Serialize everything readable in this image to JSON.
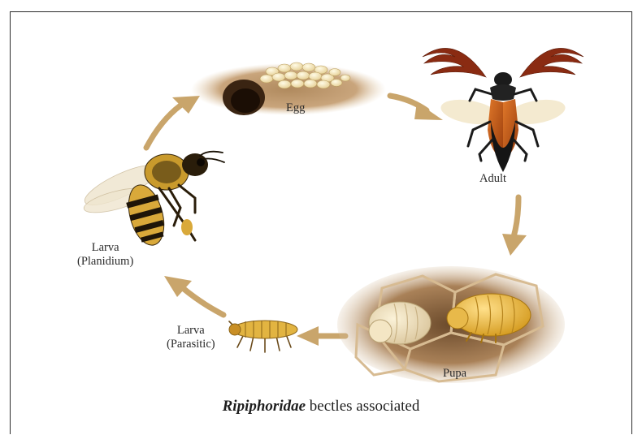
{
  "stages": {
    "egg": "Egg",
    "adult": "Adult",
    "pupa": "Pupa",
    "larva_parasitic": [
      "Larva",
      "(Parasitic)"
    ],
    "larva_planidium": [
      "Larva",
      "(Planidium)"
    ]
  },
  "caption": {
    "italic": "Ripiphoridae",
    "rest": " bectles associated"
  },
  "colors": {
    "arrow": "#c9a56b",
    "soil": "#b9936a",
    "beetle_orange": "#d2691e",
    "bee_yellow": "#e0b43a"
  }
}
